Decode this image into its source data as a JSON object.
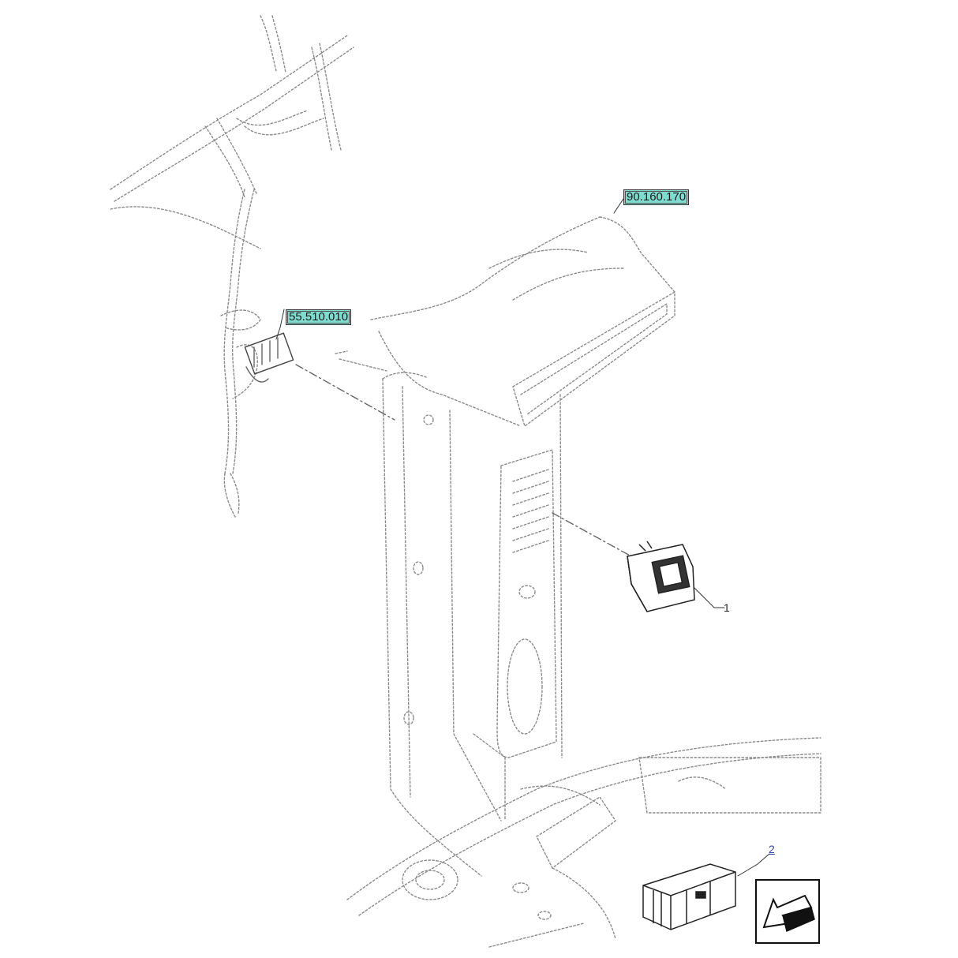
{
  "references": {
    "duct_ref": "90.160.170",
    "harness_ref": "55.510.010"
  },
  "callouts": {
    "switch": "1",
    "kit": "2"
  },
  "icons": {
    "nav_arrow": "back-arrow-icon"
  },
  "colors": {
    "ref_tag_bg": "#7fdcd0",
    "callout_link": "#3344aa"
  }
}
